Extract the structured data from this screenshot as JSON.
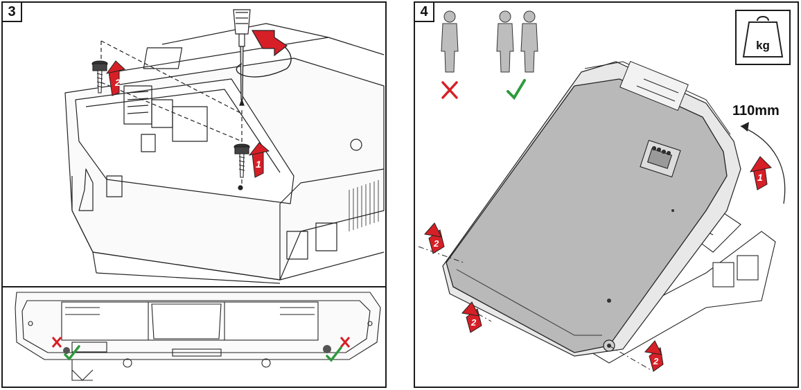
{
  "panels": [
    {
      "step": "3"
    },
    {
      "step": "4",
      "weight_unit": "kg",
      "lift_distance": "110mm"
    }
  ],
  "colors": {
    "arrow_red": "#d61f26",
    "check_green": "#2f9a3c",
    "cross_red": "#d61f26",
    "cover_gray": "#b9b9b9",
    "line": "#222222"
  },
  "icons": [
    "screwdriver-icon",
    "screw-icon",
    "rotate-arrow-icon",
    "person-icon",
    "cross-icon",
    "check-icon",
    "weight-kg-icon"
  ]
}
